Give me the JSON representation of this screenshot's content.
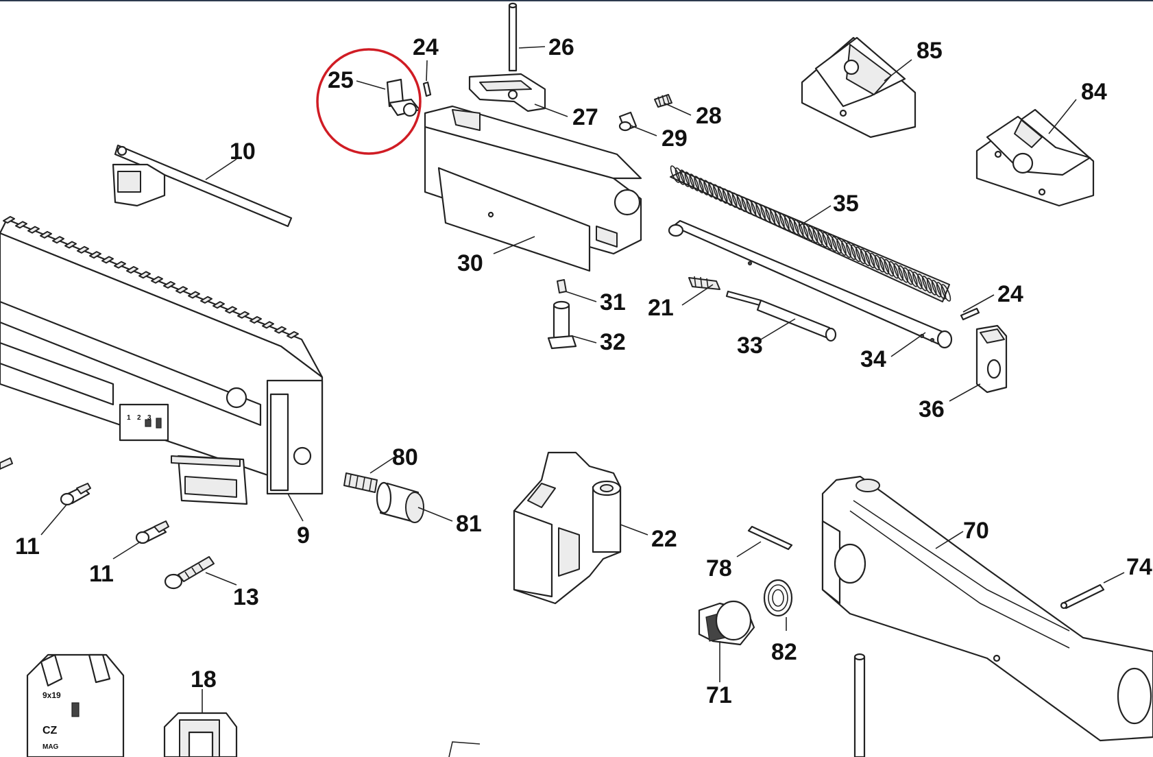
{
  "highlight_color": "#d01c24",
  "labels": {
    "p24a": "24",
    "p25": "25",
    "p26": "26",
    "p27": "27",
    "p28": "28",
    "p29": "29",
    "p85": "85",
    "p84": "84",
    "p10": "10",
    "p35": "35",
    "p30": "30",
    "p31": "31",
    "p21": "21",
    "p24b": "24",
    "p32": "32",
    "p33": "33",
    "p34": "34",
    "p36": "36",
    "p80": "80",
    "p81": "81",
    "p9": "9",
    "p11a": "11",
    "p11b": "11",
    "p13": "13",
    "p22": "22",
    "p70": "70",
    "p74": "74",
    "p78": "78",
    "p82": "82",
    "p71": "71",
    "p18": "18"
  },
  "panel": {
    "text": [
      "1",
      "2",
      "3"
    ]
  },
  "magazine": {
    "text_top": "9x19",
    "text_mid": "CZ",
    "text_bot": "MAG"
  }
}
